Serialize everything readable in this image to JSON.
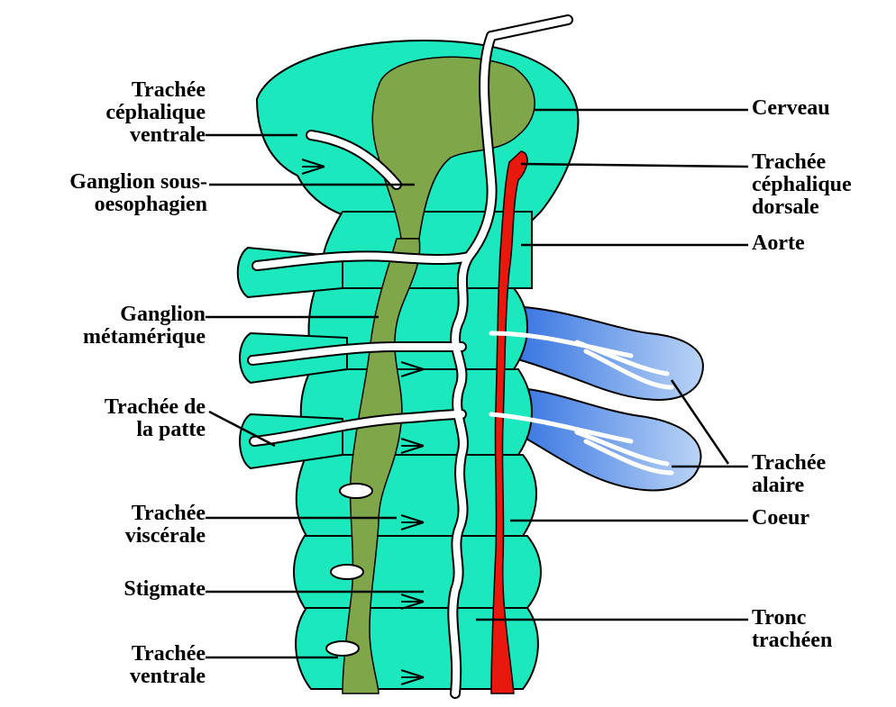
{
  "colors": {
    "body": "#1CE8BE",
    "nerve": "#7FA74A",
    "trachea": "#FFFFFF",
    "aorta": "#E8180C",
    "wing": "#4A86E8",
    "outline": "#000000"
  },
  "labels": {
    "trachee_cephalique_ventrale": [
      "Trachée",
      "céphalique",
      "ventrale"
    ],
    "ganglion_sous_oesophagien": [
      "Ganglion sous-",
      "oesophagien"
    ],
    "ganglion_metamerique": [
      "Ganglion",
      "métamérique"
    ],
    "trachee_de_la_patte": [
      "Trachée de",
      "la patte"
    ],
    "trachee_viscerale": [
      "Trachée",
      "viscérale"
    ],
    "stigmate": [
      "Stigmate"
    ],
    "trachee_ventrale": [
      "Trachée",
      "ventrale"
    ],
    "cerveau": [
      "Cerveau"
    ],
    "trachee_cephalique_dorsale": [
      "Trachée",
      "céphalique",
      "dorsale"
    ],
    "aorte": [
      "Aorte"
    ],
    "trachee_alaire": [
      "Trachée",
      "alaire"
    ],
    "coeur": [
      "Coeur"
    ],
    "tronc_tracheen": [
      "Tronc",
      "trachéen"
    ]
  }
}
